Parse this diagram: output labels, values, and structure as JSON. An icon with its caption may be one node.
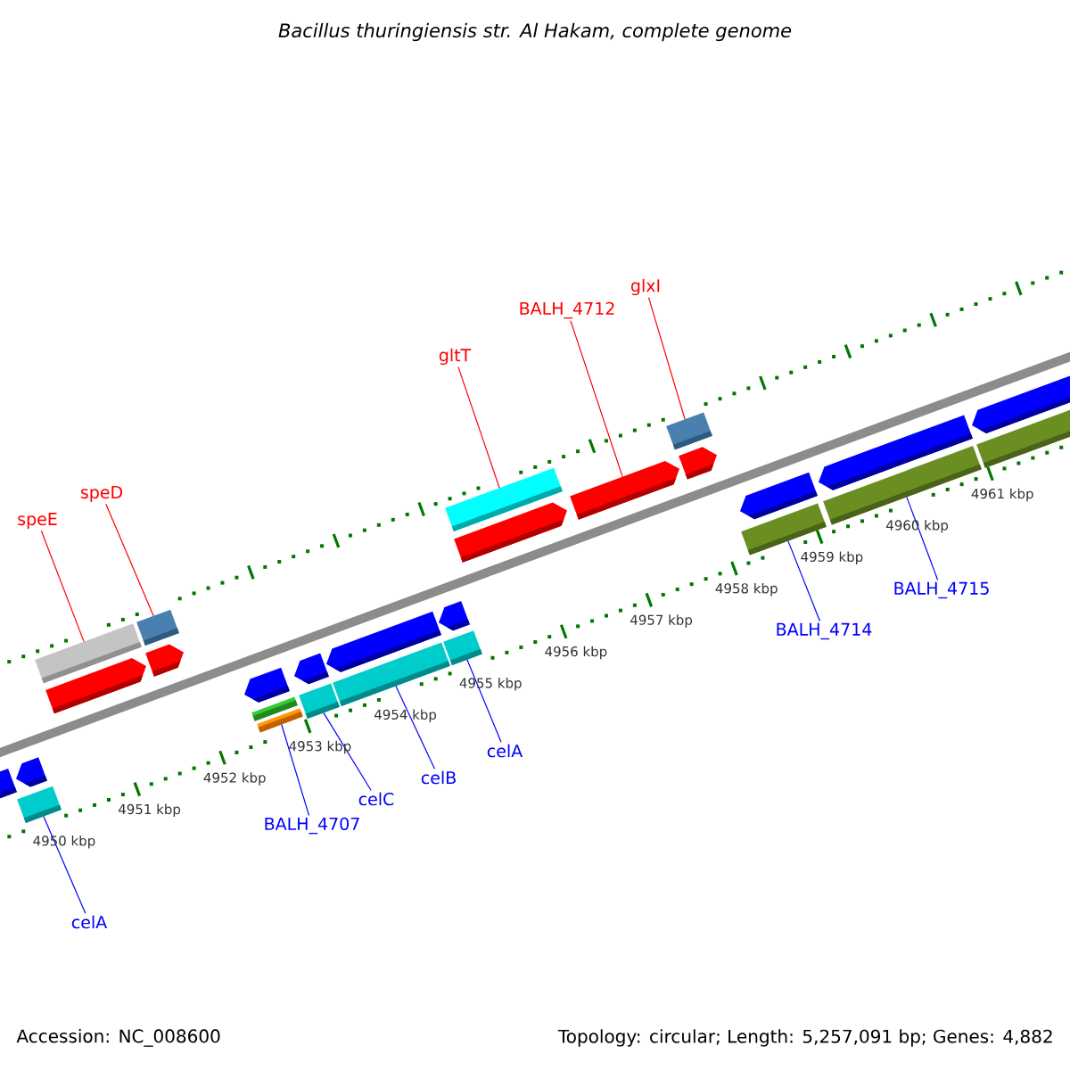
{
  "diagram": {
    "title": "Bacillus thuringiensis str. Al Hakam, complete genome",
    "nodes": [
      {
        "text": [
          "glxI"
        ]
      },
      {
        "text": [
          "BALH_4712"
        ]
      },
      {
        "text": [
          "gltT"
        ]
      },
      {
        "text": [
          "speD"
        ]
      },
      {
        "text": [
          "speE"
        ]
      },
      {
        "text": [
          "BALH_4715"
        ]
      },
      {
        "text": [
          "BALH_4714"
        ]
      },
      {
        "text": [
          "celA"
        ]
      },
      {
        "text": [
          "celB"
        ]
      },
      {
        "text": [
          "celC"
        ]
      },
      {
        "text": [
          "BALH_4707"
        ]
      },
      {
        "text": [
          "celA"
        ]
      },
      {
        "text": [],
        "shape": "arrow"
      },
      {
        "text": [],
        "shape": "arrow"
      },
      {
        "text": [],
        "shape": "box"
      },
      {
        "text": [],
        "shape": "box"
      },
      {
        "text": [],
        "shape": "arrow"
      },
      {
        "text": [],
        "shape": "box"
      },
      {
        "text": [],
        "shape": "arrow"
      },
      {
        "text": [],
        "shape": "arrow"
      },
      {
        "text": [],
        "shape": "box"
      },
      {
        "text": [],
        "shape": "box"
      },
      {
        "text": [],
        "shape": "arrow"
      },
      {
        "text": [],
        "shape": "box"
      },
      {
        "text": [],
        "shape": "arrow"
      },
      {
        "text": [],
        "shape": "box"
      },
      {
        "text": [],
        "shape": "arrow"
      },
      {
        "text": [],
        "shape": "box"
      },
      {
        "text": [],
        "shape": "box"
      },
      {
        "text": [],
        "shape": "arrow"
      },
      {
        "text": [],
        "shape": "arrow"
      },
      {
        "text": [],
        "shape": "box"
      },
      {
        "text": [],
        "shape": "arrow"
      },
      {
        "text": [],
        "shape": "arrow"
      },
      {
        "text": [],
        "shape": "box"
      },
      {
        "text": [],
        "shape": "arrow"
      },
      {
        "text": [],
        "shape": "box"
      },
      {
        "text": [],
        "shape": "arrow"
      },
      {
        "text": [],
        "shape": "box"
      }
    ],
    "edges": [
      {
        "from": 0,
        "to": 31,
        "arrow": "none",
        "color": "#ff0000"
      },
      {
        "from": 1,
        "to": 30,
        "arrow": "none",
        "color": "#ff0000"
      },
      {
        "from": 2,
        "to": 28,
        "arrow": "none",
        "color": "#ff0000"
      },
      {
        "from": 3,
        "to": 17,
        "arrow": "none",
        "color": "#ff0000"
      },
      {
        "from": 4,
        "to": 15,
        "arrow": "none",
        "color": "#ff0000"
      },
      {
        "from": 5,
        "to": 36,
        "arrow": "none"
      },
      {
        "from": 6,
        "to": 34,
        "arrow": "none"
      },
      {
        "from": 7,
        "to": 27,
        "arrow": "none"
      },
      {
        "from": 8,
        "to": 25,
        "arrow": "none"
      },
      {
        "from": 9,
        "to": 23,
        "arrow": "none"
      },
      {
        "from": 10,
        "to": 21,
        "arrow": "none"
      },
      {
        "from": 11,
        "to": 14,
        "arrow": "none"
      }
    ],
    "labels": [
      "4950 kbp",
      "4951 kbp",
      "4952 kbp",
      "4953 kbp",
      "4954 kbp",
      "4955 kbp",
      "4956 kbp",
      "4957 kbp",
      "4958 kbp",
      "4959 kbp",
      "4960 kbp",
      "4961 kbp",
      "Accession: NC_008600",
      "Topology: circular; Length: 5,257,091 bp; Genes: 4,882"
    ]
  }
}
